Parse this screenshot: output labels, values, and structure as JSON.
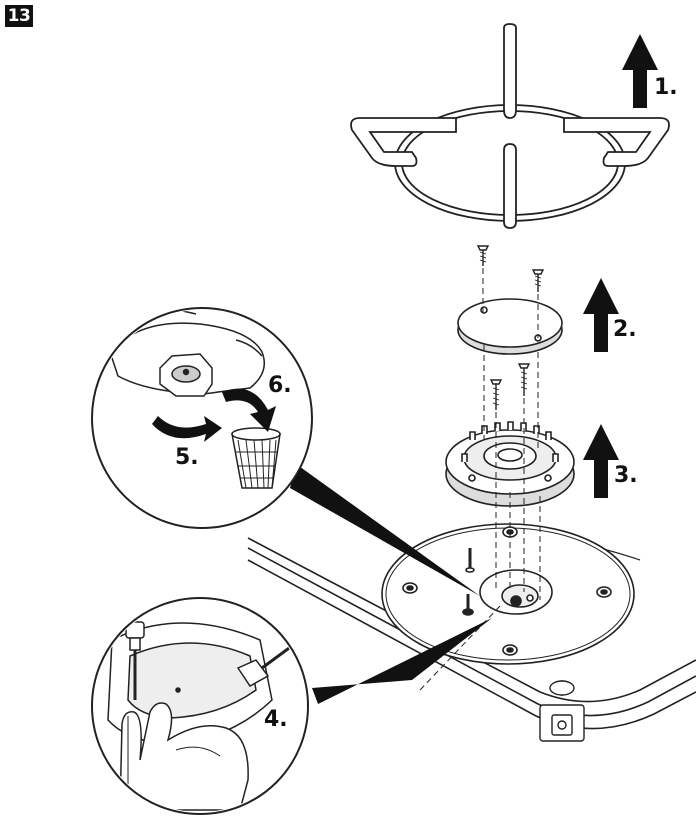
{
  "figure_number": "13",
  "steps": [
    {
      "label": "1."
    },
    {
      "label": "2."
    },
    {
      "label": "3."
    },
    {
      "label": "4."
    },
    {
      "label": "5."
    },
    {
      "label": "6."
    }
  ],
  "colors": {
    "line": "#222222",
    "fill": "#ffffff",
    "accent": "#111111",
    "part_fill": "#eeeeee"
  }
}
